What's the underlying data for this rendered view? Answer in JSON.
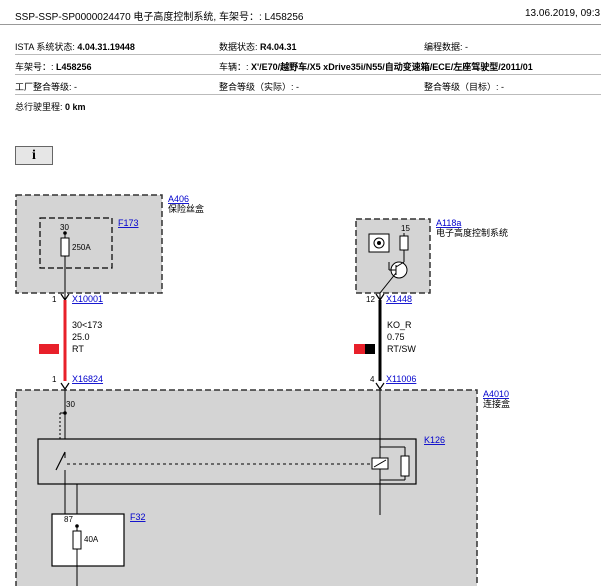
{
  "header": {
    "title": "SSP-SSP-SP0000024470 电子高度控制系统, 车架号：: L458256",
    "datetime": "13.06.2019, 09:3"
  },
  "info": {
    "ista_label": "ISTA 系统状态: ",
    "ista_value": "4.04.31.19448",
    "data_label": "数据状态: ",
    "data_value": "R4.04.31",
    "prog_label": "编程数据: -",
    "vin_label": "车架号：: ",
    "vin_value": "L458256",
    "vehicle_label": "车辆：: ",
    "vehicle_value": "X'/E70/越野车/X5 xDrive35i/N55/自动变速箱/ECE/左座驾驶型/2011/01",
    "factory_label": "工厂整合等级: -",
    "actual_label": "整合等级（实际）: -",
    "target_label": "整合等级（目标）: -",
    "mileage_label": "总行驶里程: ",
    "mileage_value": "0 km"
  },
  "info_button": "i",
  "diagram": {
    "fusebox_id": "A406",
    "fusebox_name": "保险丝盒",
    "f173_id": "F173",
    "f173_pin": "30",
    "f173_rating": "250A",
    "ehc_id": "A118a",
    "ehc_name": "电子高度控制系统",
    "ehc_pin": "15",
    "conn_x10001_pin": "1",
    "conn_x10001": "X10001",
    "wire_left_signal": "30<173",
    "wire_left_size": "25.0",
    "wire_left_color": "RT",
    "conn_x1448_pin": "12",
    "conn_x1448": "X1448",
    "wire_right_signal": "KO_R",
    "wire_right_size": "0.75",
    "wire_right_color": "RT/SW",
    "conn_x16824_pin": "1",
    "conn_x16824": "X16824",
    "conn_x11006_pin": "4",
    "conn_x11006": "X11006",
    "junction_id": "A4010",
    "junction_name": "连接盒",
    "junction_pin": "30",
    "relay_id": "K126",
    "f32_id": "F32",
    "f32_pin": "87",
    "f32_rating": "40A"
  },
  "colors": {
    "red_wire": "#e8202a",
    "black_wire": "#000000",
    "box_fill": "#d4d4d4",
    "link": "#0000cc"
  }
}
